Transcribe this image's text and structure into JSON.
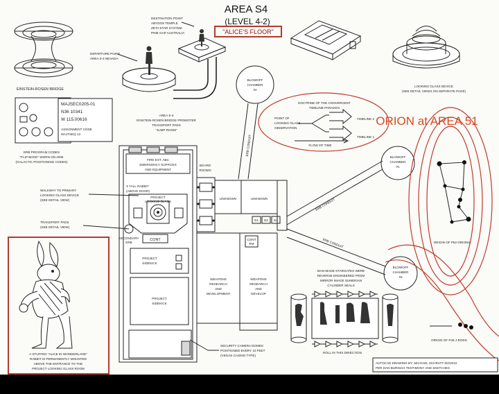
{
  "title": {
    "line1": "AREA S4",
    "line2": "(LEVEL 4-2)",
    "line3": "\"ALICE'S FLOOR\""
  },
  "overlay": {
    "orion_label": "ORION at AREA 51",
    "overlay_color": "#d94a1e"
  },
  "top_left": {
    "destination_lines": [
      "DESTINATION POINT",
      "ABYDOS TEMPLE",
      "ZETA STAR SYSTEM",
      "PINE GAP AUSTRALIA"
    ],
    "departure_lines": [
      "DEPARTURE POINT",
      "AREA S-4 NEVADA"
    ],
    "bridge_label": "EINSTEIN-ROSEN BRIDGE",
    "promoter_lines": [
      "AREA S-4",
      "EINSTEIN-ROSEN BRIDGE PROMOTER",
      "TRANSPORT PADS",
      "\"JUMP ROOM\""
    ]
  },
  "code_card": {
    "lines": [
      "MAJSEC0205-01",
      "N36 10341",
      "W 115.00616",
      "ASSIGNMENT CODE",
      "MAJTSEQ 13"
    ]
  },
  "erb_lines": [
    "ERB PROGRAM CODES",
    "\"FLIP BOOK\" WORN ON ARM",
    "(GALACTIC POSITIONING CODES)"
  ],
  "looking_glass": {
    "lines": [
      "LOOKING GLASS DEVICE",
      "(SEE DETAIL VIEWS ON SEPARATE PAGE)"
    ]
  },
  "paradox": {
    "title_lines": [
      "DOCTRINE OF THE CONVERGENT",
      "TIMELINE PARADOX"
    ],
    "point_lines": [
      "POINT OF",
      "LOOKING GLASS",
      "OBSERVATION"
    ],
    "timeline2": "TIMELINE 2",
    "timeline1": "TIMELINE 1",
    "flow": "FLOW OF TIME"
  },
  "blowoff": {
    "c2": [
      "BLOWOFF",
      "CHAMBER",
      "#2"
    ],
    "c1": [
      "BLOWOFF",
      "CHAMBER",
      "#1"
    ],
    "c3": [
      "BLOWOFF",
      "CHAMBER",
      "#3"
    ]
  },
  "conduits": {
    "c_vertical": "ERB CONDUIT",
    "c_mid": "ERB CONDUIT",
    "c_low": "ERB CONDUIT"
  },
  "orion_labels": {
    "p52": "ORIGIN OF P52 ORIONS",
    "p45": "ORIGIN OF P45 J-RODS"
  },
  "floor": {
    "fire_ext": [
      "FIRE EXT. ABC",
      "EMERGENCY SUPPLIES",
      "AND EQUIPMENT"
    ],
    "board": [
      "BOARD",
      "ROOMS"
    ],
    "rabbit_room": [
      "X TALL RABBIT",
      "(ABOVE DOOR)"
    ],
    "unknown1": "UNKNOWN",
    "unknown2": "UNKNOWN",
    "secondary": [
      "SECONDARY",
      "ERB"
    ],
    "cont1": "CONT",
    "cont2": [
      "CONT",
      "RM"
    ],
    "sidekick1": [
      "PROJECT",
      "SIDEKICK"
    ],
    "sidekick2": [
      "PROJECT",
      "SIDEKICK"
    ],
    "weapons1": [
      "WEAPONS",
      "RESEARCH",
      "AND",
      "DEVELOPMENT"
    ],
    "weapons2": [
      "WEAPONS",
      "RESEARCH",
      "AND",
      "DEVELOP"
    ],
    "e1": "E1",
    "e2": "E2",
    "e3": "E3",
    "project_glass": [
      "PROJECT",
      "LOOKING GLASS"
    ]
  },
  "callouts": {
    "walkway": [
      "WALKWAY TO PRIMARY",
      "LOOKING GLASS DEVICE",
      "(SEE DETAIL VIEW)"
    ],
    "transport": [
      "TRANSPORT PADS",
      "(SEE DETAIL VIEW)"
    ],
    "security": [
      "SECURITY CAMERA DOMES",
      "POSITIONED EVERY 10 FEET",
      "(VEGAS CASINO TYPE)"
    ]
  },
  "stargates": {
    "lines": [
      "MAN-MADE STARGATES WERE",
      "REVERSE ENGINEERED FROM",
      "MIRROR IMAGE SUMERIAN",
      "CYLINDER SEALS"
    ],
    "roll": "ROLL IN THIS DIRECTION"
  },
  "rabbit_caption": [
    "A STUFFED \"ALICE IN WONDERLAND\"",
    "RABBIT IS PERMANENTLY MOUNTED",
    "ABOVE THE ENTRANCE TO THE",
    "PROJECT LOOKING GLASS ROOM"
  ],
  "credit": [
    "AUTOCAD DRAWING BY: MICHAEL SCHRATT 6/2/2010",
    "PER DAN BURISCH TESTIMONY AND SKETCHES"
  ]
}
